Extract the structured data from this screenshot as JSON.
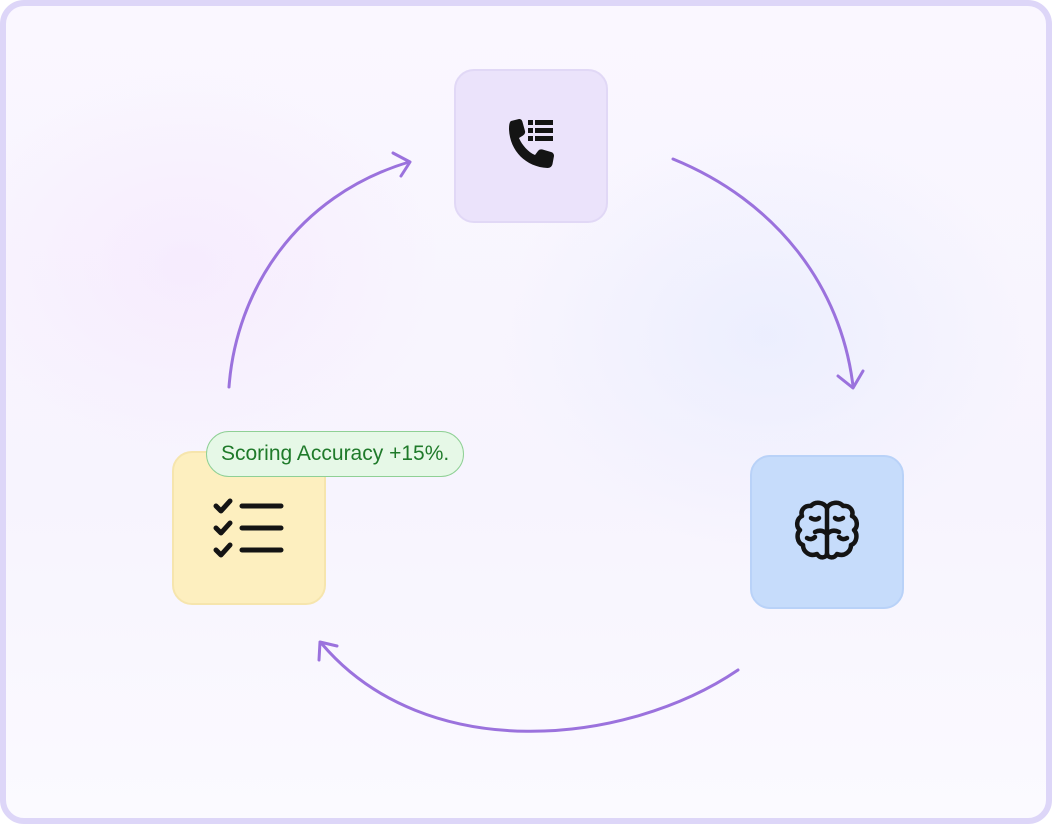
{
  "diagram": {
    "nodes": [
      {
        "id": "top",
        "icon": "phone-list-icon",
        "color": "#ebe3fb"
      },
      {
        "id": "right",
        "icon": "brain-icon",
        "color": "#c6dcfb"
      },
      {
        "id": "left",
        "icon": "checklist-icon",
        "color": "#fdefbf"
      }
    ],
    "arrow_color": "#9b72dd",
    "badge": {
      "text": "Scoring Accuracy +15%.",
      "bg": "#e6f8e7",
      "border": "#8fd095",
      "text_color": "#1f7a2a"
    }
  }
}
